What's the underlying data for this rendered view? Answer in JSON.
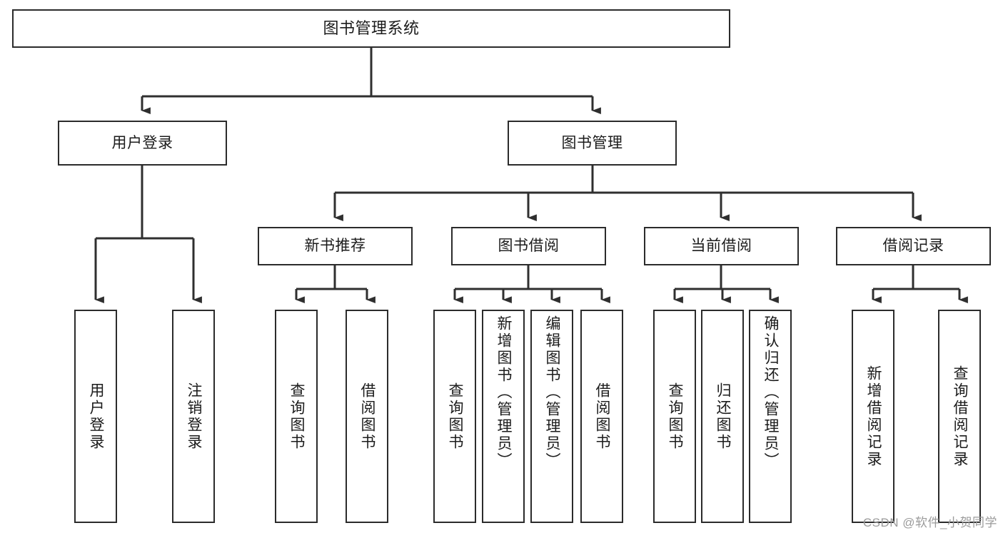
{
  "diagram": {
    "title": "图书管理系统",
    "type": "hierarchy-tree",
    "colors": {
      "box_border": "#2b2b2b",
      "box_fill": "#ffffff",
      "connector": "#333333",
      "text": "#1b1b1b",
      "watermark": "#9b9b9b"
    },
    "root": {
      "label": "图书管理系统"
    },
    "level1": [
      {
        "label": "用户登录"
      },
      {
        "label": "图书管理"
      }
    ],
    "level2": [
      {
        "label": "新书推荐"
      },
      {
        "label": "图书借阅"
      },
      {
        "label": "当前借阅"
      },
      {
        "label": "借阅记录"
      }
    ],
    "leaves": {
      "user_login": [
        {
          "label": "用户登录"
        },
        {
          "label": "注销登录"
        }
      ],
      "new_book_recommend": [
        {
          "label": "查询图书"
        },
        {
          "label": "借阅图书"
        }
      ],
      "book_borrow": [
        {
          "label": "查询图书"
        },
        {
          "label": "新增图书（管理员）"
        },
        {
          "label": "编辑图书（管理员）"
        },
        {
          "label": "借阅图书"
        }
      ],
      "current_borrow": [
        {
          "label": "查询图书"
        },
        {
          "label": "归还图书"
        },
        {
          "label": "确认归还（管理员）"
        }
      ],
      "borrow_record": [
        {
          "label": "新增借阅记录"
        },
        {
          "label": "查询借阅记录"
        }
      ]
    }
  },
  "watermark": {
    "text": "CSDN @软件_小贺同学"
  }
}
